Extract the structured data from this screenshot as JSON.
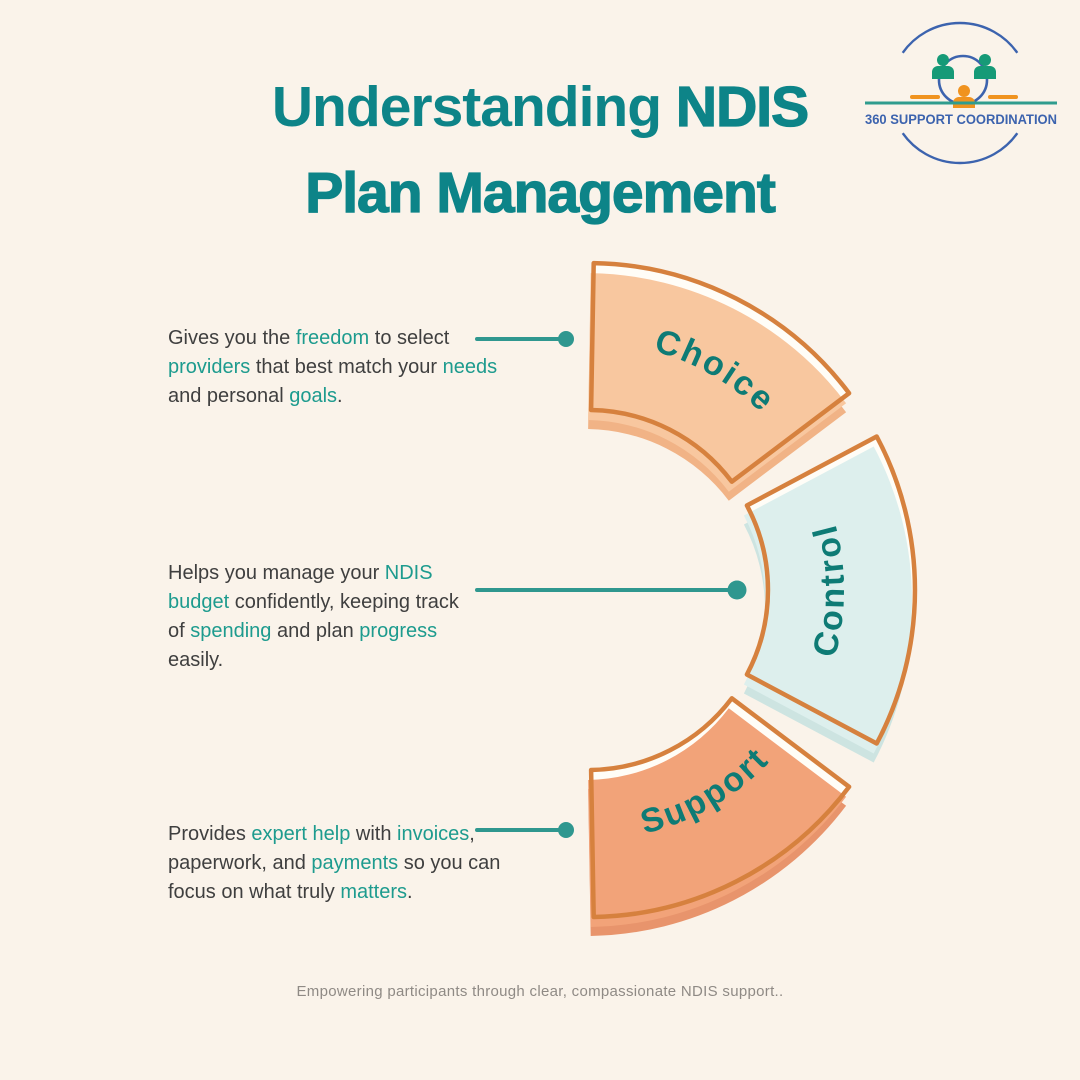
{
  "colors": {
    "bg": "#faf3ea",
    "title-c": "#0d8488",
    "outline-c": "#d6813e",
    "label-c": "#0e7b75",
    "connector-c": "#2f978f",
    "body-c": "#3f3f3f",
    "highlight-c": "#1d9b8e",
    "footer-c": "#8f8a85",
    "paper-c": "#fffdf7",
    "logo-blue": "#3c63ae",
    "logo-green": "#169a77",
    "logo-orange": "#f0931f",
    "logo-line": "#2f9c8e"
  },
  "title": {
    "line1_regular": "Understanding ",
    "line1_bold": "NDIS",
    "line2": "Plan Management"
  },
  "logo": {
    "name": "360 SUPPORT COORDINATION"
  },
  "diagram": {
    "segments": [
      {
        "label": "Choice",
        "fill": "#f8c79f",
        "shadow": "#f1b386"
      },
      {
        "label": "Control",
        "fill": "#ddefed",
        "shadow": "#cde4e1"
      },
      {
        "label": "Support",
        "fill": "#f2a379",
        "shadow": "#e8946c"
      }
    ]
  },
  "blocks": [
    {
      "p0": "Gives you the ",
      "h0": "freedom",
      "p1": " to select",
      "h1": "providers",
      "p2": " that best match your ",
      "h2": "needs",
      "p3": "and personal ",
      "h3": "goals",
      "p4": "."
    },
    {
      "p0": "Helps you manage your ",
      "h0": "NDIS",
      "h1": "budget",
      "p1": " confidently, keeping track",
      "p2": "of ",
      "h2": "spending",
      "p3": " and plan ",
      "h3": "progress",
      "p4": "easily."
    },
    {
      "p0": "Provides ",
      "h0": "expert help",
      "p1": " with ",
      "h1": "invoices",
      "p2": ",",
      "p3": "paperwork, and ",
      "h2": "payments",
      "p4": " so you can",
      "p5": "focus on what truly ",
      "h3": "matters",
      "p6": "."
    }
  ],
  "footer": {
    "text": "Empowering participants through clear, compassionate NDIS support.."
  }
}
